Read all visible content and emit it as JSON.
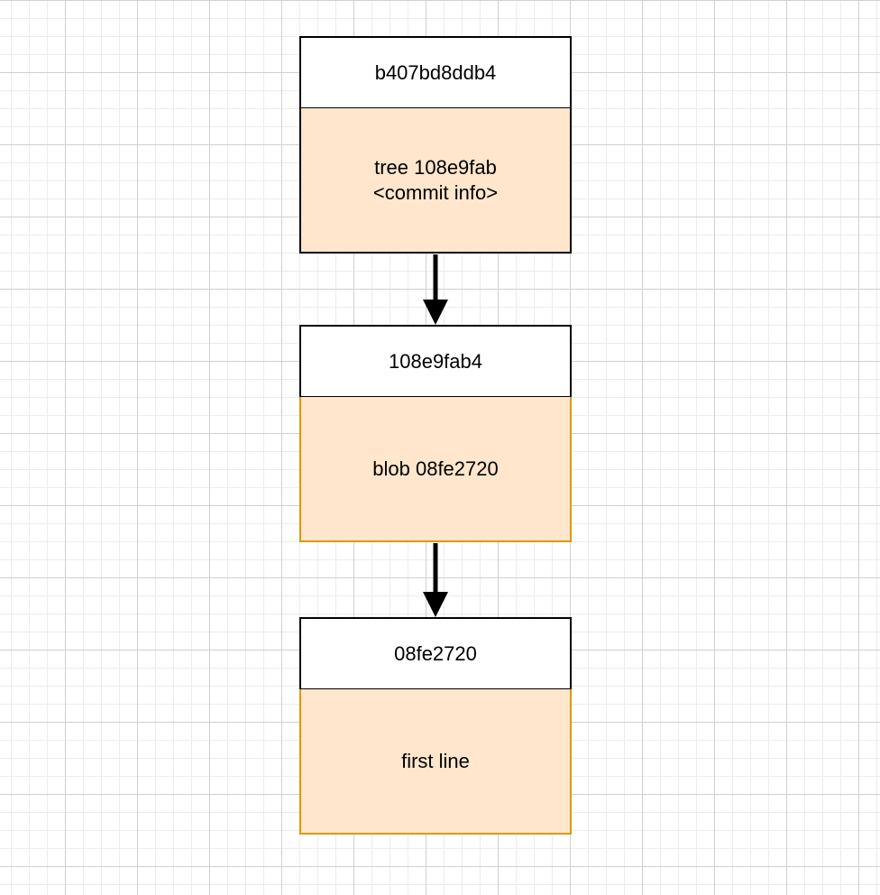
{
  "colors": {
    "fill": "#ffe6cc",
    "stroke_orange": "#d79b00",
    "stroke_dark": "#000000"
  },
  "nodes": [
    {
      "id": "commit",
      "header": "b407bd8ddb4",
      "body": [
        "tree 108e9fab",
        "<commit info>"
      ]
    },
    {
      "id": "tree",
      "header": "108e9fab4",
      "body": [
        "blob 08fe2720"
      ]
    },
    {
      "id": "blob",
      "header": "08fe2720",
      "body": [
        "first line"
      ]
    }
  ]
}
